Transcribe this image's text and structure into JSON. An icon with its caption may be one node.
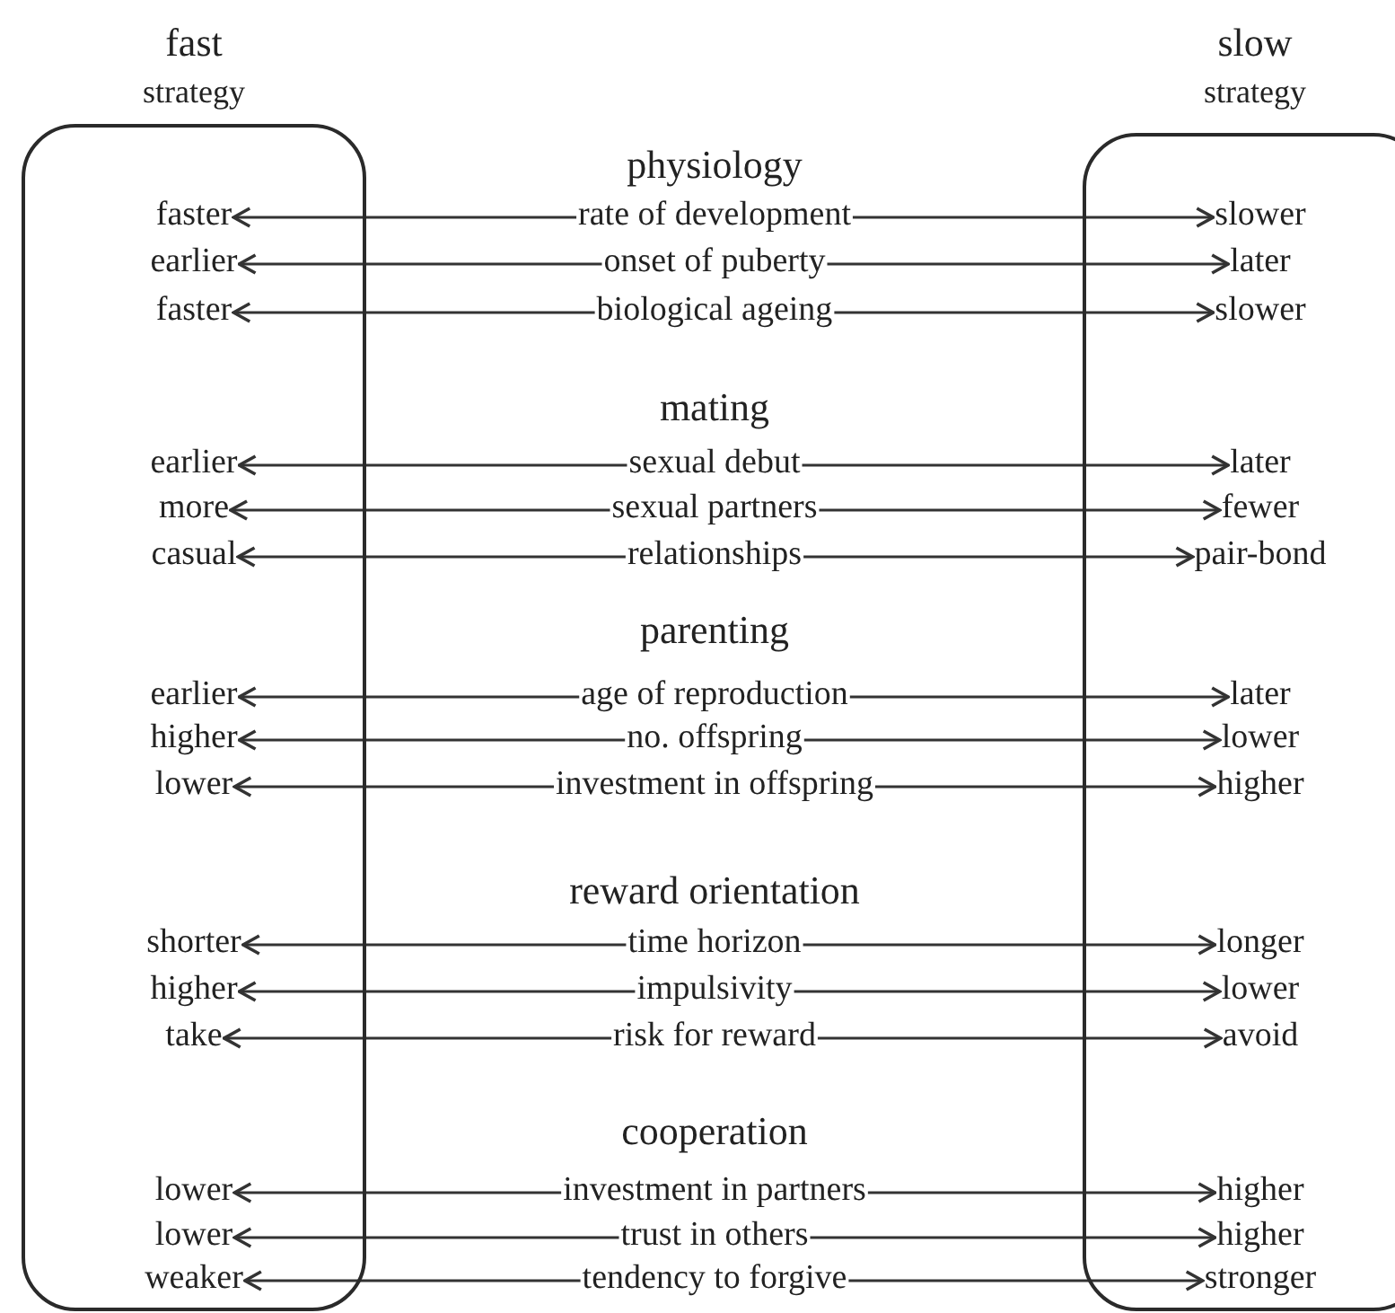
{
  "diagram": {
    "nodes": [
      {
        "text": [
          "fast",
          "strategy"
        ]
      },
      {
        "text": [
          "slow",
          "strategy"
        ]
      },
      {
        "text": [
          "faster"
        ],
        "in": 0
      },
      {
        "text": [
          "rate of development"
        ]
      },
      {
        "text": [
          "slower"
        ],
        "in": 1
      },
      {
        "text": [
          "earlier"
        ],
        "in": 0
      },
      {
        "text": [
          "onset of puberty"
        ]
      },
      {
        "text": [
          "later"
        ],
        "in": 1
      },
      {
        "text": [
          "faster"
        ],
        "in": 0
      },
      {
        "text": [
          "biological ageing"
        ]
      },
      {
        "text": [
          "slower"
        ],
        "in": 1
      },
      {
        "text": [
          "earlier"
        ],
        "in": 0
      },
      {
        "text": [
          "sexual debut"
        ]
      },
      {
        "text": [
          "later"
        ],
        "in": 1
      },
      {
        "text": [
          "more"
        ],
        "in": 0
      },
      {
        "text": [
          "sexual partners"
        ]
      },
      {
        "text": [
          "fewer"
        ],
        "in": 1
      },
      {
        "text": [
          "casual"
        ],
        "in": 0
      },
      {
        "text": [
          "relationships"
        ]
      },
      {
        "text": [
          "pair-bond"
        ],
        "in": 1
      },
      {
        "text": [
          "earlier"
        ],
        "in": 0
      },
      {
        "text": [
          "age of reproduction"
        ]
      },
      {
        "text": [
          "later"
        ],
        "in": 1
      },
      {
        "text": [
          "higher"
        ],
        "in": 0
      },
      {
        "text": [
          "no. offspring"
        ]
      },
      {
        "text": [
          "lower"
        ],
        "in": 1
      },
      {
        "text": [
          "lower"
        ],
        "in": 0
      },
      {
        "text": [
          "investment in offspring"
        ]
      },
      {
        "text": [
          "higher"
        ],
        "in": 1
      },
      {
        "text": [
          "shorter"
        ],
        "in": 0
      },
      {
        "text": [
          "time horizon"
        ]
      },
      {
        "text": [
          "longer"
        ],
        "in": 1
      },
      {
        "text": [
          "higher"
        ],
        "in": 0
      },
      {
        "text": [
          "impulsivity"
        ]
      },
      {
        "text": [
          "lower"
        ],
        "in": 1
      },
      {
        "text": [
          "take"
        ],
        "in": 0
      },
      {
        "text": [
          "risk for reward"
        ]
      },
      {
        "text": [
          "avoid"
        ],
        "in": 1
      },
      {
        "text": [
          "lower"
        ],
        "in": 0
      },
      {
        "text": [
          "investment in partners"
        ]
      },
      {
        "text": [
          "higher"
        ],
        "in": 1
      },
      {
        "text": [
          "lower"
        ],
        "in": 0
      },
      {
        "text": [
          "trust in others"
        ]
      },
      {
        "text": [
          "higher"
        ],
        "in": 1
      },
      {
        "text": [
          "weaker"
        ],
        "in": 0
      },
      {
        "text": [
          "tendency to forgive"
        ]
      },
      {
        "text": [
          "stronger"
        ],
        "in": 1
      }
    ],
    "edges": [
      {
        "from": 3,
        "to": 2,
        "arrow": "to"
      },
      {
        "from": 3,
        "to": 4,
        "arrow": "to"
      },
      {
        "from": 6,
        "to": 5,
        "arrow": "to"
      },
      {
        "from": 6,
        "to": 7,
        "arrow": "to"
      },
      {
        "from": 9,
        "to": 8,
        "arrow": "to"
      },
      {
        "from": 9,
        "to": 10,
        "arrow": "to"
      },
      {
        "from": 12,
        "to": 11,
        "arrow": "to"
      },
      {
        "from": 12,
        "to": 13,
        "arrow": "to"
      },
      {
        "from": 15,
        "to": 14,
        "arrow": "to"
      },
      {
        "from": 15,
        "to": 16,
        "arrow": "to"
      },
      {
        "from": 18,
        "to": 17,
        "arrow": "to"
      },
      {
        "from": 18,
        "to": 19,
        "arrow": "to"
      },
      {
        "from": 21,
        "to": 20,
        "arrow": "to"
      },
      {
        "from": 21,
        "to": 22,
        "arrow": "to"
      },
      {
        "from": 24,
        "to": 23,
        "arrow": "to"
      },
      {
        "from": 24,
        "to": 25,
        "arrow": "to"
      },
      {
        "from": 27,
        "to": 26,
        "arrow": "to"
      },
      {
        "from": 27,
        "to": 28,
        "arrow": "to"
      },
      {
        "from": 30,
        "to": 29,
        "arrow": "to"
      },
      {
        "from": 30,
        "to": 31,
        "arrow": "to"
      },
      {
        "from": 33,
        "to": 32,
        "arrow": "to"
      },
      {
        "from": 33,
        "to": 34,
        "arrow": "to"
      },
      {
        "from": 36,
        "to": 35,
        "arrow": "to"
      },
      {
        "from": 36,
        "to": 37,
        "arrow": "to"
      },
      {
        "from": 39,
        "to": 38,
        "arrow": "to"
      },
      {
        "from": 39,
        "to": 40,
        "arrow": "to"
      },
      {
        "from": 42,
        "to": 41,
        "arrow": "to"
      },
      {
        "from": 42,
        "to": 43,
        "arrow": "to"
      },
      {
        "from": 45,
        "to": 44,
        "arrow": "to"
      },
      {
        "from": 45,
        "to": 46,
        "arrow": "to"
      }
    ],
    "labels": [
      "physiology",
      "mating",
      "parenting",
      "reward orientation",
      "cooperation"
    ]
  }
}
